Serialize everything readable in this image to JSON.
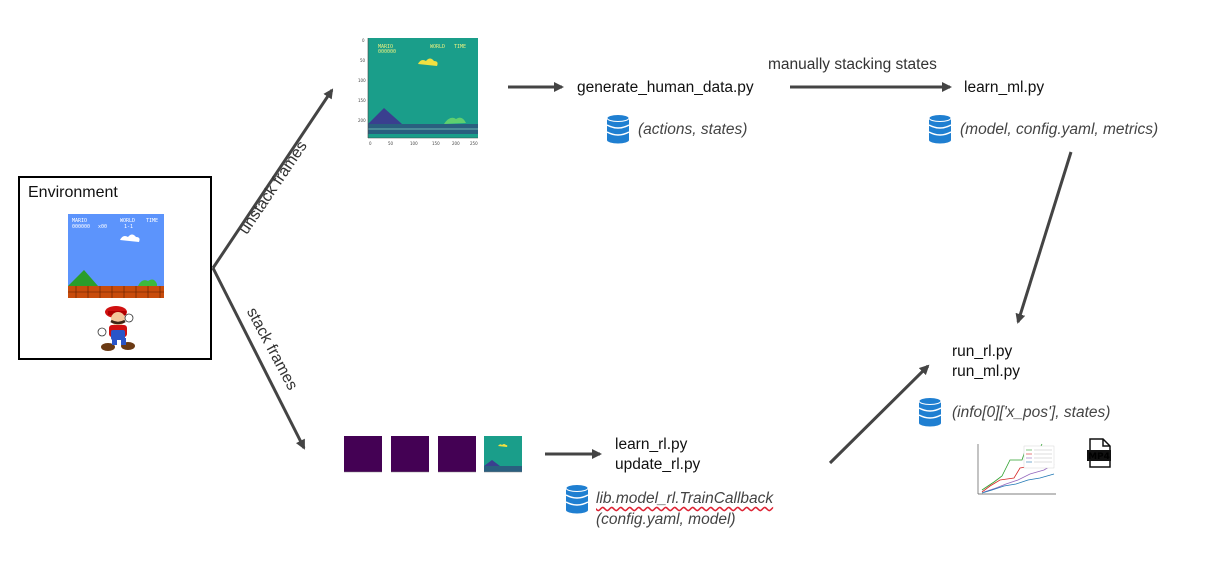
{
  "environment": {
    "title": "Environment"
  },
  "game_hud": {
    "mario": "MARIO",
    "score": "000000",
    "coins": "x00",
    "world": "WORLD",
    "world_num": "1-1",
    "time": "TIME"
  },
  "edges": {
    "unstack": "unstack frames",
    "stack": "stack frames",
    "manual": "manually stacking states"
  },
  "scripts": {
    "generate_human_data": "generate_human_data.py",
    "learn_ml": "learn_ml.py",
    "learn_rl": "learn_rl.py",
    "update_rl": "update_rl.py",
    "run_rl": "run_rl.py",
    "run_ml": "run_ml.py"
  },
  "data_stores": {
    "human_data": "(actions, states)",
    "ml_output": "(model, config.yaml, metrics)",
    "rl_callback": "lib.model_rl.TrainCallback",
    "rl_output": "(config.yaml, model)",
    "run_output": "(info[0]['x_pos'], states)"
  },
  "file_badge": "MP4",
  "colors": {
    "sky": "#5c94fc",
    "teal": "#1a9e8a",
    "frame_dark": "#440154",
    "db_blue": "#1f7fd1"
  }
}
